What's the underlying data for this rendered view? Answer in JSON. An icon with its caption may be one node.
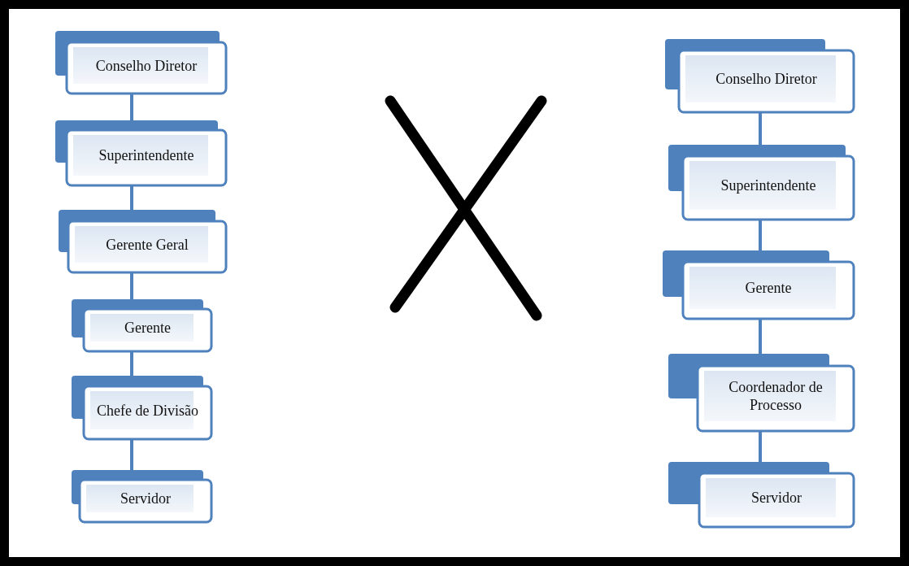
{
  "diagram": {
    "nodes": [
      {
        "text": [
          "Conselho Diretor"
        ]
      },
      {
        "text": [
          "Superintendente"
        ]
      },
      {
        "text": [
          "Gerente Geral"
        ]
      },
      {
        "text": [
          "Gerente"
        ]
      },
      {
        "text": [
          "Chefe de Divisão"
        ]
      },
      {
        "text": [
          "Servidor"
        ]
      },
      {
        "text": [
          "Conselho Diretor"
        ]
      },
      {
        "text": [
          "Superintendente"
        ]
      },
      {
        "text": [
          "Gerente"
        ]
      },
      {
        "text": [
          "Coordenador de Processo"
        ]
      },
      {
        "text": [
          "Servidor"
        ]
      }
    ],
    "edges": [
      {
        "from": 0,
        "to": 1,
        "arrow": "none"
      },
      {
        "from": 1,
        "to": 2,
        "arrow": "none"
      },
      {
        "from": 2,
        "to": 3,
        "arrow": "none"
      },
      {
        "from": 3,
        "to": 4,
        "arrow": "none"
      },
      {
        "from": 4,
        "to": 5,
        "arrow": "none"
      },
      {
        "from": 6,
        "to": 7,
        "arrow": "none"
      },
      {
        "from": 7,
        "to": 8,
        "arrow": "none"
      },
      {
        "from": 8,
        "to": 9,
        "arrow": "none"
      },
      {
        "from": 9,
        "to": 10,
        "arrow": "none"
      }
    ]
  }
}
